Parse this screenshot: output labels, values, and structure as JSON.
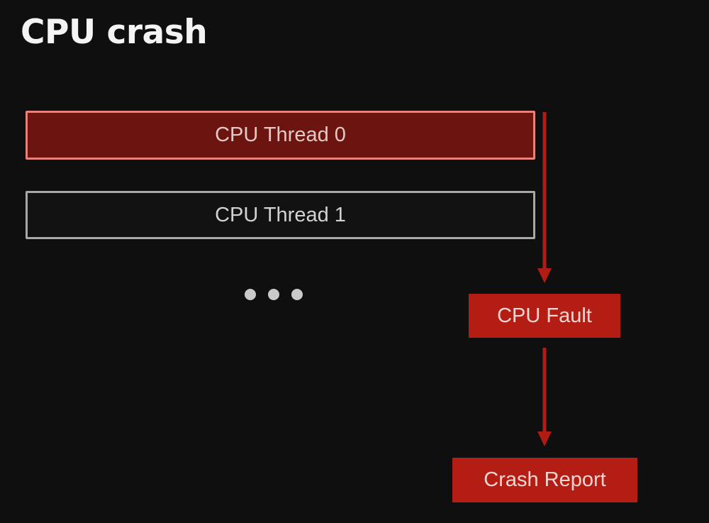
{
  "title": "CPU crash",
  "threads": [
    {
      "label": "CPU Thread 0",
      "state": "crashed"
    },
    {
      "label": "CPU Thread 1",
      "state": "normal"
    }
  ],
  "ellipsis": "more threads",
  "fault_box": {
    "label": "CPU Fault"
  },
  "report_box": {
    "label": "Crash Report"
  },
  "colors": {
    "background": "#0f0f0f",
    "crashed_fill": "#6c1510",
    "crashed_border": "#e8837a",
    "normal_border": "#a8a8a8",
    "box_fill": "#b31d14",
    "arrow": "#b01c14"
  }
}
